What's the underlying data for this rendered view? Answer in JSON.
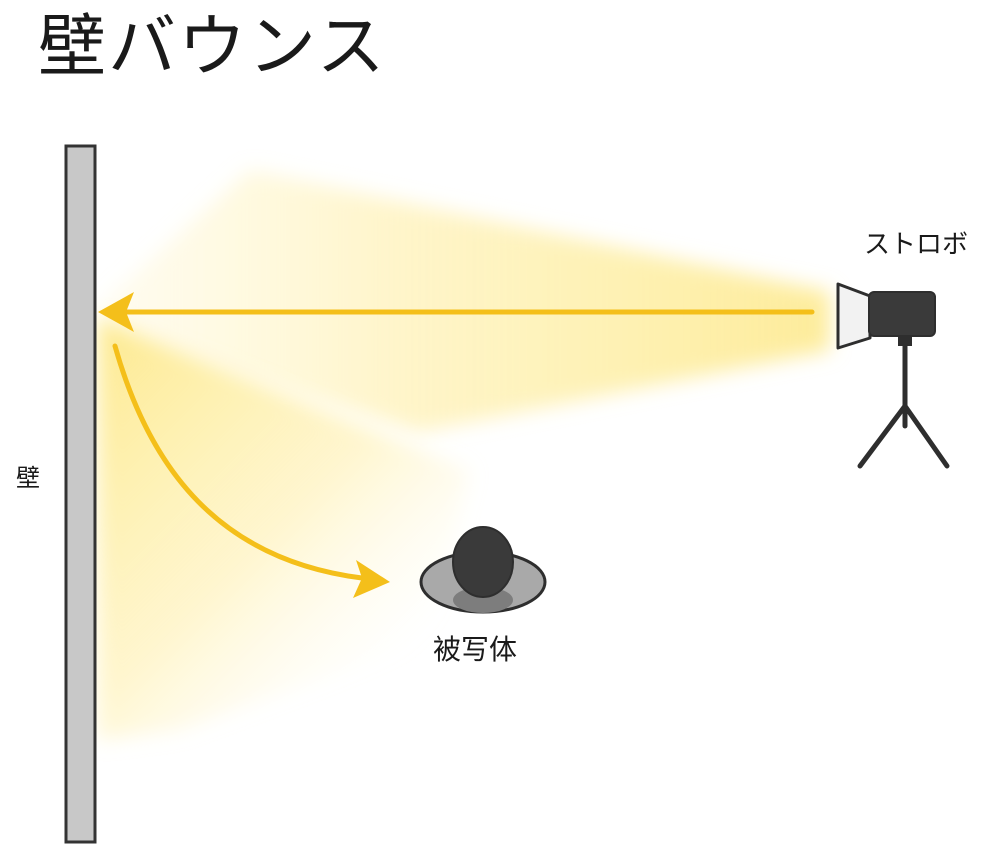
{
  "title": "壁バウンス",
  "labels": {
    "strobe": "ストロボ",
    "wall": "壁",
    "subject": "被写体"
  },
  "colors": {
    "light_beam": "#fde98a",
    "arrow": "#f4bf1a",
    "wall_fill": "#c8c8c8",
    "wall_stroke": "#333333",
    "equipment": "#2e2e2e",
    "subject_head": "#3a3a3a",
    "subject_shoulders": "#a9a9a9"
  },
  "icons": [
    "strobe-icon",
    "tripod-icon",
    "subject-head-icon",
    "arrow-icon"
  ]
}
